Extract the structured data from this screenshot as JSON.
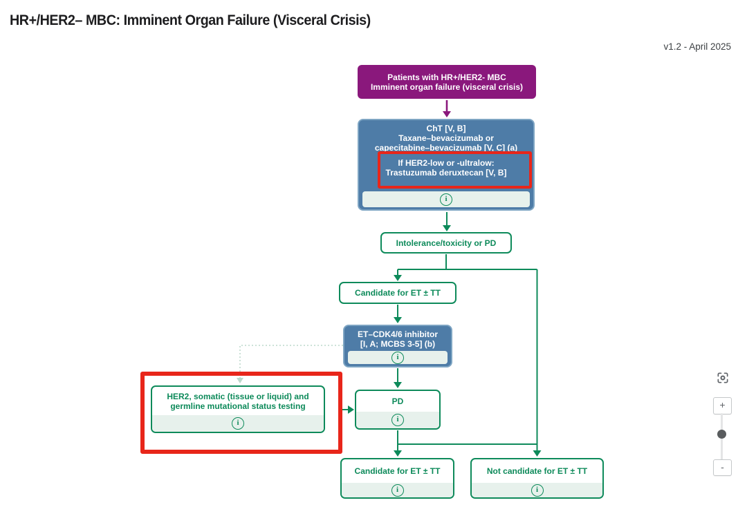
{
  "header": {
    "title": "HR+/HER2– MBC: Imminent Organ Failure (Visceral Crisis)",
    "version": "v1.2 - April 2025"
  },
  "colors": {
    "purple": "#8a187c",
    "steel_blue": "#4e7ca7",
    "green": "#0d8a5a",
    "mint_strip": "#e7f1ec",
    "highlight_red": "#e8261a"
  },
  "icons": {
    "info_glyph": "i",
    "zoom_in_glyph": "+",
    "zoom_out_glyph": "-"
  },
  "flowchart": {
    "patients": {
      "lines": [
        "Patients with HR+/HER2- MBC",
        "Imminent organ failure (visceral crisis)"
      ]
    },
    "cht": {
      "lines": [
        "ChT [V, B]",
        "Taxane–bevacizumab or",
        "capecitabine–bevacizumab [V, C] (a)"
      ],
      "highlight": [
        "If HER2-low or -ultralow:",
        "Trastuzumab deruxtecan [V, B]"
      ]
    },
    "intolerance": {
      "label": "Intolerance/toxicity or PD"
    },
    "candidate_top": {
      "label": "Candidate for ET ± TT"
    },
    "et_cdk46": {
      "lines": [
        "ET–CDK4/6 inhibitor",
        "[I, A; MCBS 3-5] (b)"
      ]
    },
    "pd": {
      "label": "PD"
    },
    "her2_testing": {
      "lines": [
        "HER2, somatic (tissue or liquid) and",
        "germline mutational status testing"
      ]
    },
    "candidate_bottom": {
      "label": "Candidate for ET ± TT"
    },
    "not_candidate": {
      "label": "Not candidate for ET ± TT"
    }
  }
}
